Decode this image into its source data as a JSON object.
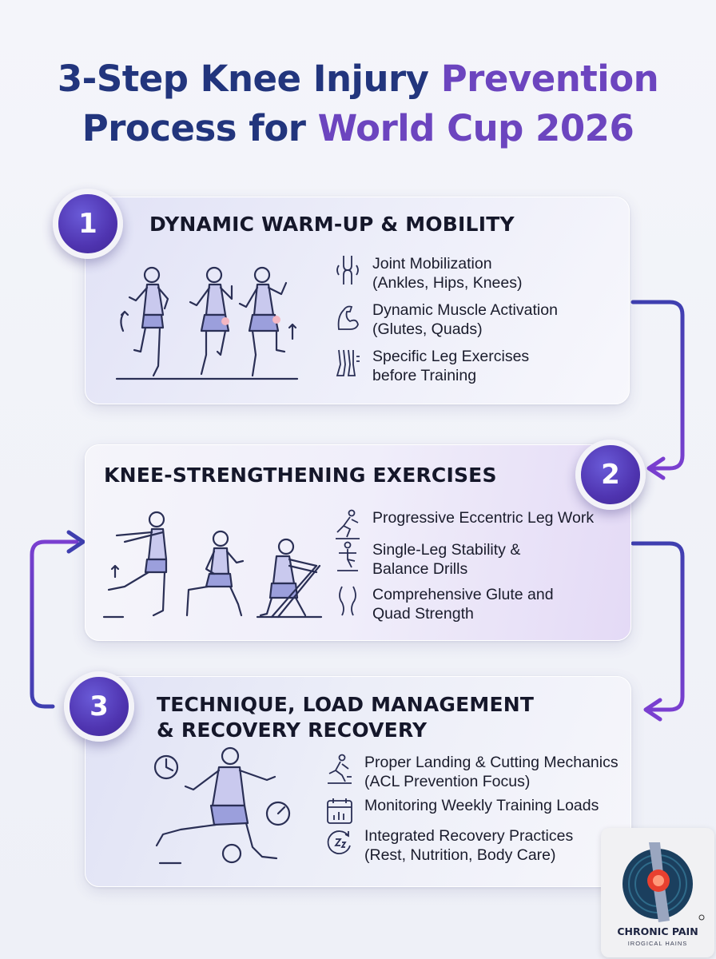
{
  "title": {
    "line1_part1": "3-Step Knee Injury",
    "line1_part2": "Prevention",
    "line2_part1": "Process for",
    "line2_part2": "World Cup 2026"
  },
  "colors": {
    "navy": "#22357d",
    "purple": "#6c45bf",
    "arrow": "#4b3bb7"
  },
  "steps": [
    {
      "number": "1",
      "heading": "DYNAMIC WARM-UP & MOBILITY",
      "items": [
        {
          "icon": "joint-icon",
          "line1": "Joint Mobilization",
          "line2": "(Ankles, Hips, Knees)"
        },
        {
          "icon": "flexed-arm-icon",
          "line1": "Dynamic Muscle Activation",
          "line2": "(Glutes, Quads)"
        },
        {
          "icon": "legs-icon",
          "line1": "Specific Leg Exercises",
          "line2": "before Training"
        }
      ]
    },
    {
      "number": "2",
      "heading": "KNEE-STRENGTHENING EXERCISES",
      "items": [
        {
          "icon": "lunge-runner-icon",
          "line1": "Progressive Eccentric Leg Work",
          "line2": ""
        },
        {
          "icon": "balance-icon",
          "line1": "Single-Leg Stability &",
          "line2": "Balance Drills"
        },
        {
          "icon": "leg-muscle-icon",
          "line1": "Comprehensive Glute and",
          "line2": "Quad Strength"
        }
      ]
    },
    {
      "number": "3",
      "heading_line1": "TECHNIQUE, LOAD MANAGEMENT",
      "heading_line2": "& RECOVERY RECOVERY",
      "items": [
        {
          "icon": "cutting-runner-icon",
          "line1": "Proper Landing & Cutting Mechanics",
          "line2": "(ACL Prevention Focus)"
        },
        {
          "icon": "calendar-chart-icon",
          "line1": "Monitoring Weekly Training Loads",
          "line2": ""
        },
        {
          "icon": "sleep-cycle-icon",
          "line1": "Integrated Recovery Practices",
          "line2": "(Rest, Nutrition, Body Care)"
        }
      ]
    }
  ],
  "logo": {
    "name": "CHRONIC PAIN",
    "tagline": "IROGICAL HAINS"
  }
}
